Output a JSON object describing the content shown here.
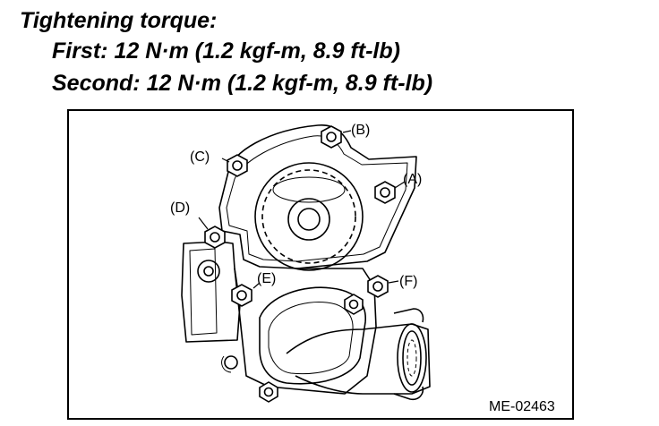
{
  "header": {
    "title": "Tightening torque:",
    "first": "First: 12 N·m (1.2 kgf-m, 8.9 ft-lb)",
    "second": "Second: 12 N·m (1.2 kgf-m, 8.9 ft-lb)"
  },
  "labels": {
    "a": "(A)",
    "b": "(B)",
    "c": "(C)",
    "d": "(D)",
    "e": "(E)",
    "f": "(F)"
  },
  "figure_ref": "ME-02463"
}
